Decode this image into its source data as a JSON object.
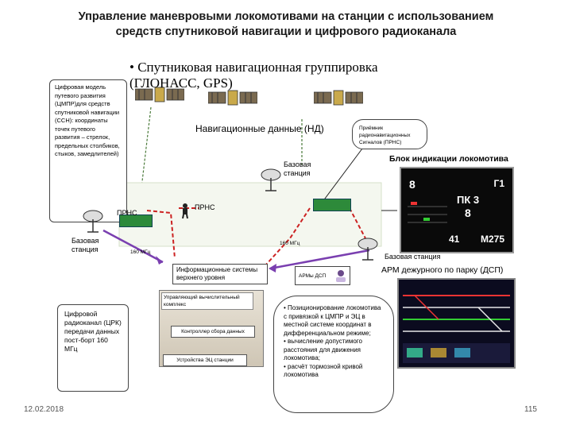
{
  "title": {
    "line1": "Управление маневровыми локомотивами на станции с использованием",
    "line2": "средств спутниковой навигации и цифрового радиоканала"
  },
  "satellites": {
    "caption": "• Спутниковая навигационная группировка (ГЛОНАСС, GPS)"
  },
  "callouts": {
    "digital_model": "Цифровая модель путевого развития (ЦМПР)для средств спутниковой навигации (ССН): координаты точек путевого развития – стрелок, предельных столбиков, стыков, замедлителей)",
    "receiver": "Приёмник радионавигационных Сигналов (ПРНС)",
    "radio_channel": "Цифровой радиоканал (ЦРК) передачи данных пост-борт 160 МГц",
    "functions": [
      "• Позиционирование локомотива с привязкой к ЦМПР и ЭЦ в местной системе координат в дифференциальном режиме;",
      "• вычисление допустимого расстояния для движения локомотива;",
      "• расчёт тормозной кривой локомотива"
    ]
  },
  "labels": {
    "nav_data": "Навигационные данные (НД)",
    "base_station_center": "Базовая станция",
    "base_station_left": "Базовая станция",
    "base_station_right": "Базовая станция",
    "prns_left": "ПРНС",
    "prns_mid": "ПРНС",
    "freq_left": "160 МГц",
    "freq_right": "160 МГц",
    "info_system": "Информационные системы верхнего уровня",
    "arm_dsp_small": "АРМы ДСП",
    "control_complex": "Управляющий вычислительный комплекс",
    "data_controller": "Контроллер сбора данных",
    "ets_devices": "Устройства ЭЦ станции",
    "loco_display_title": "Блок индикации локомотива",
    "arm_title": "АРМ дежурного по парку (ДСП)"
  },
  "loco_display": {
    "top_left": "8",
    "top_right": "Г1",
    "mid_big": "ПК 3",
    "mid_num": "8",
    "bottom_left": "41",
    "bottom_right": "М275"
  },
  "footer": {
    "date": "12.02.2018",
    "page": "115"
  }
}
